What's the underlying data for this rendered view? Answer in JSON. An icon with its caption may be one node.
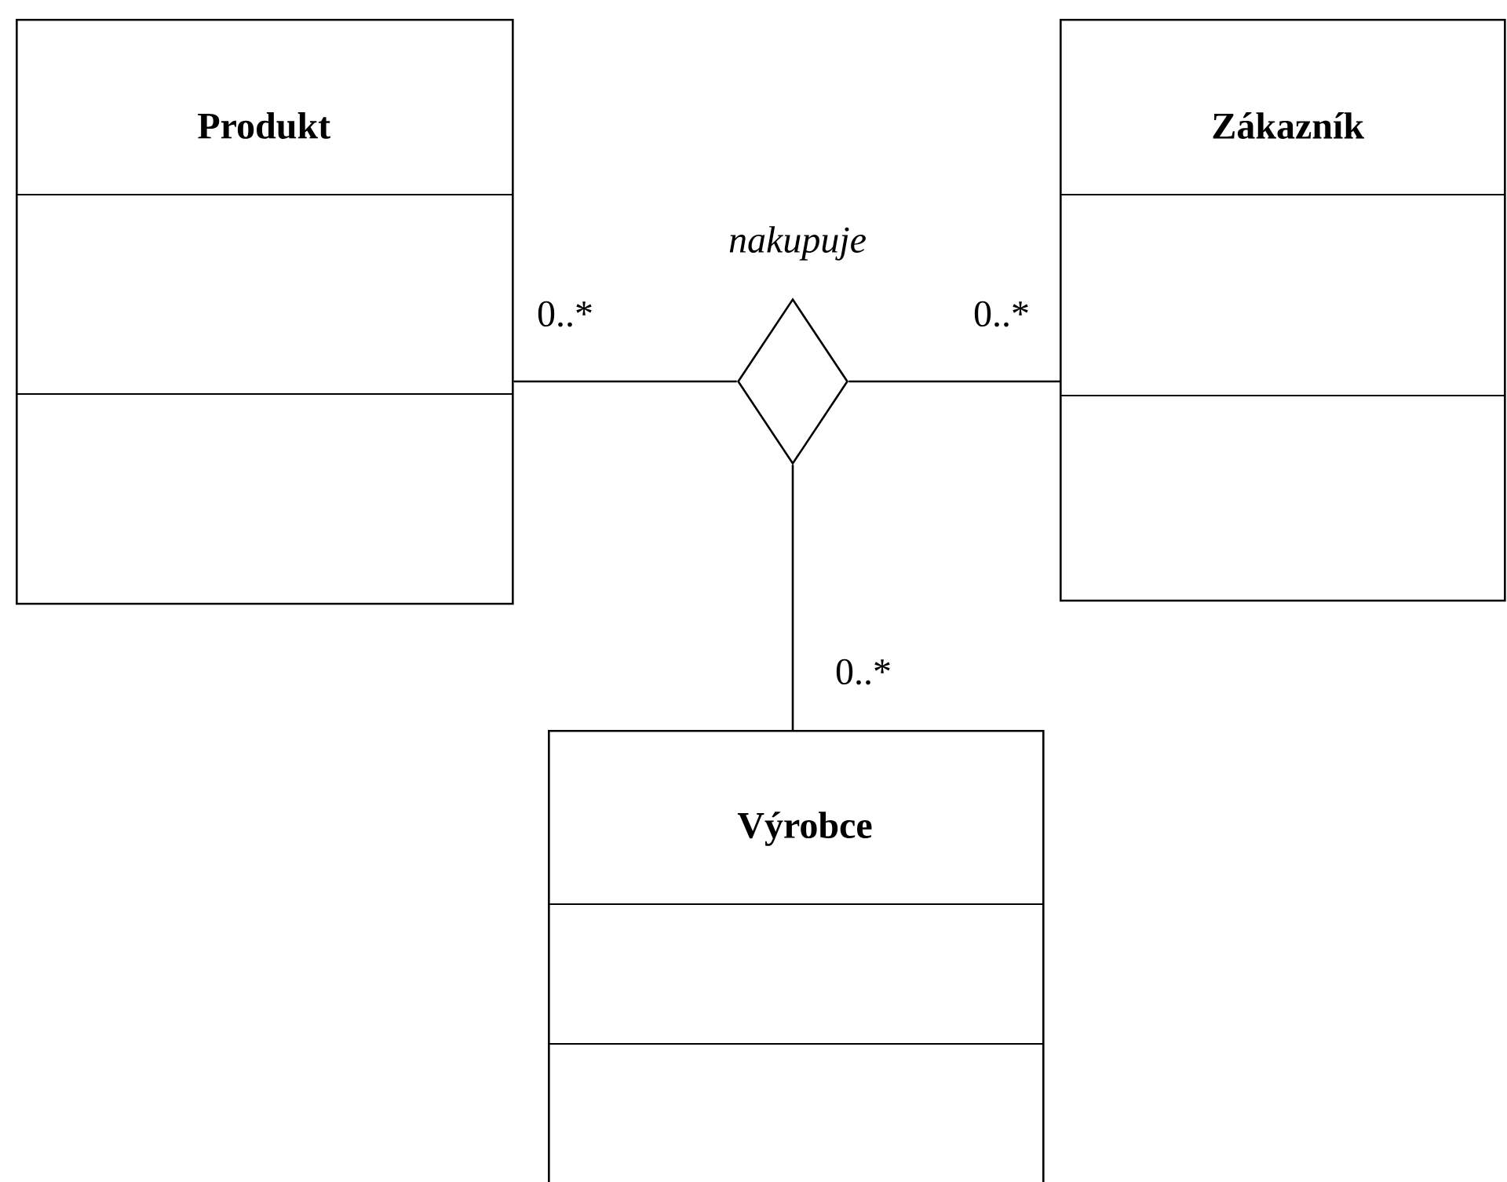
{
  "diagram": {
    "nodes": [
      {
        "text": [
          "Produkt"
        ]
      },
      {
        "text": [
          "Zákazník"
        ]
      },
      {
        "text": [],
        "shape": "diamond",
        "beside": [
          "nakupuje"
        ]
      },
      {
        "text": [
          "Výrobce"
        ]
      }
    ],
    "edges": [
      {
        "from": 2,
        "to": 0,
        "arrow": "none",
        "label": "0..*"
      },
      {
        "from": 2,
        "to": 1,
        "arrow": "none",
        "label": "0..*"
      },
      {
        "from": 2,
        "to": 3,
        "arrow": "none",
        "label": "0..*"
      }
    ]
  }
}
